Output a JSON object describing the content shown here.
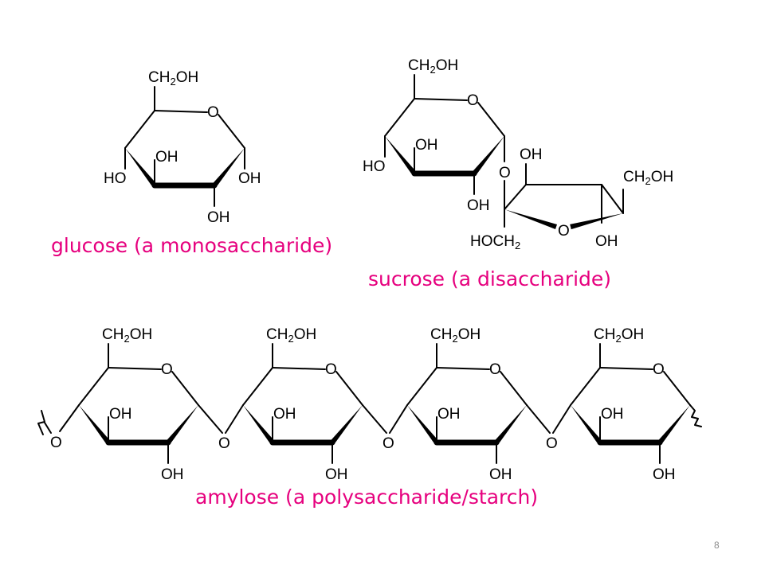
{
  "colors": {
    "caption": "#e6007e",
    "bonds": "#000000",
    "slide_number": "#8c8c8c"
  },
  "captions": {
    "glucose": "glucose (a monosaccharide)",
    "sucrose": "sucrose (a disaccharide)",
    "amylose": "amylose (a polysaccharide/starch)"
  },
  "atoms": {
    "ring_oxygen": "O",
    "hydroxyl": "OH",
    "hydroxyl_left": "HO",
    "hydroxymethyl_main": "CH",
    "hydroxymethyl_sub": "2",
    "hydroxymethyl_tail": "OH",
    "hoch2_main": "HOCH",
    "hoch2_sub": "2",
    "glycosidic_oxygen": "O"
  },
  "slide_number": "8"
}
